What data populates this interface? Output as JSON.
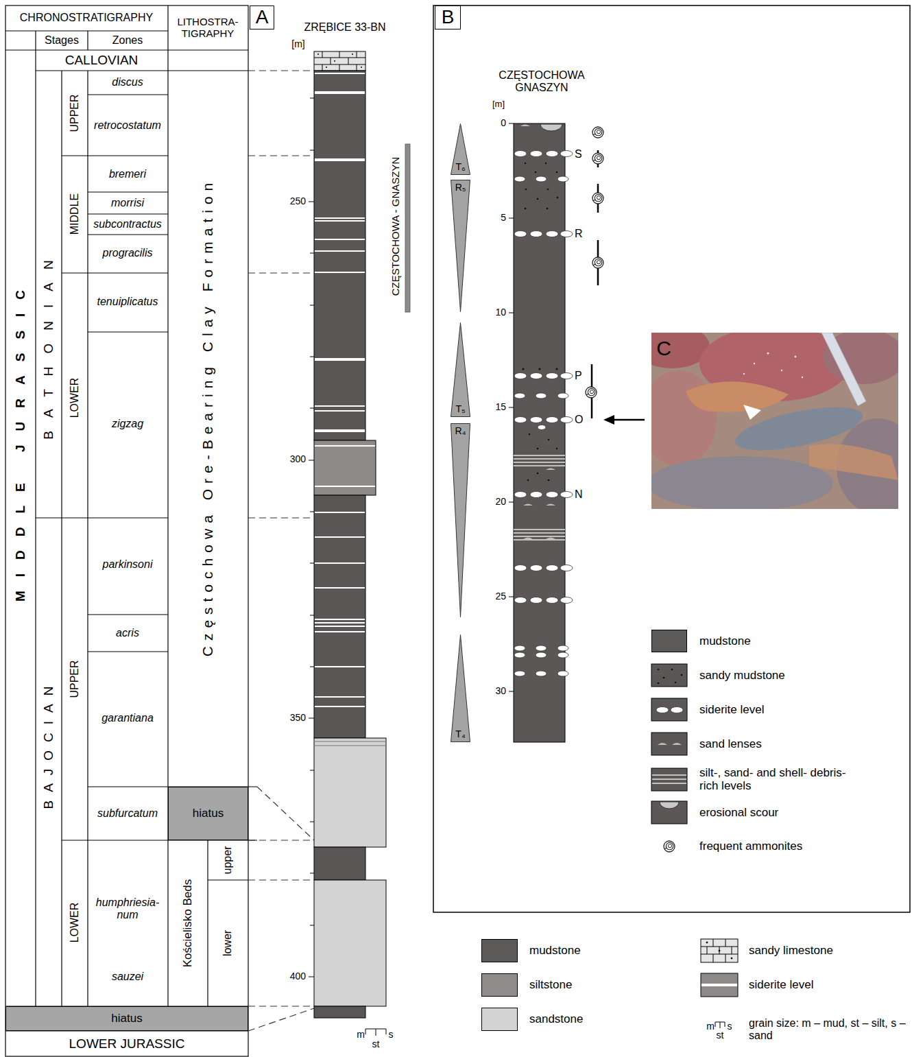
{
  "diagram": {
    "nodes": [
      {
        "text": [
          "A"
        ]
      },
      {
        "text": [
          "B"
        ]
      },
      {
        "text": [
          "hiatus"
        ]
      },
      {
        "text": [
          "hiatus"
        ]
      },
      {
        "text": [
          "T₆"
        ]
      },
      {
        "text": [
          "R₅"
        ]
      },
      {
        "text": [
          "T₅"
        ]
      },
      {
        "text": [
          "R₄"
        ]
      },
      {
        "text": [
          "T₄"
        ]
      }
    ],
    "labels": [
      "CHRONOSTRATIGRAPHY",
      "LITHOSTRA- TIGRAPHY",
      "Stages",
      "Zones",
      "CALLOVIAN",
      "MIDDLE JURASSIC",
      "BATHONIAN",
      "BAJOCIAN",
      "UPPER",
      "MIDDLE",
      "LOWER",
      "UPPER",
      "LOWER",
      "discus",
      "retrocostatum",
      "bremeri",
      "morrisi",
      "subcontractus",
      "progracilis",
      "tenuiplicatus",
      "zigzag",
      "parkinsoni",
      "acris",
      "garantiana",
      "subfurcatum",
      "humphriesia- num",
      "sauzei",
      "Częstochowa Ore-Bearing Clay Formation",
      "Kościelisko Beds",
      "upper",
      "lower",
      "LOWER JURASSIC",
      "ZRĘBICE 33-BN",
      "[m]",
      "250",
      "300",
      "350",
      "400",
      "CZĘSTOCHOWA - GNASZYN",
      "m",
      "st",
      "s",
      "CZĘSTOCHOWA GNASZYN",
      "[m]",
      "0",
      "5",
      "10",
      "15",
      "20",
      "25",
      "30",
      "S",
      "R",
      "P",
      "O",
      "N",
      "C",
      "m",
      "st",
      "s"
    ],
    "legend": [
      {
        "text": "mudstone",
        "color": "#5c5a59"
      },
      {
        "text": "sandy mudstone"
      },
      {
        "text": "siderite level"
      },
      {
        "text": "sand lenses"
      },
      {
        "text": "silt-, sand- and shell- debris-rich levels"
      },
      {
        "text": "erosional scour"
      },
      {
        "text": "frequent ammonites"
      },
      {
        "text": "mudstone",
        "color": "#5c5a59"
      },
      {
        "text": "siltstone",
        "color": "#8f8c8b"
      },
      {
        "text": "sandstone",
        "color": "#d3d3d3"
      },
      {
        "text": "sandy limestone"
      },
      {
        "text": "siderite level"
      },
      {
        "text": "grain size: m – mud, st – silt, s – sand"
      }
    ]
  }
}
